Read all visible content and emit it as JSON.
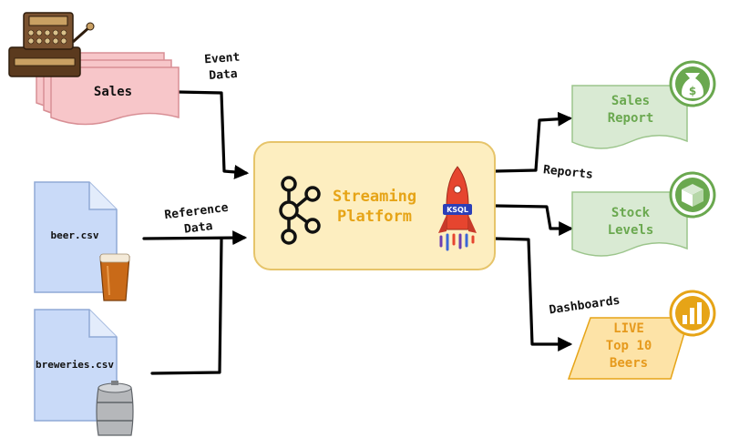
{
  "sources": {
    "sales": "Sales",
    "beer_csv": "beer.csv",
    "breweries_csv": "breweries.csv"
  },
  "edges": {
    "event_data_1": "Event",
    "event_data_2": "Data",
    "reference_data_1": "Reference",
    "reference_data_2": "Data",
    "reports": "Reports",
    "dashboards": "Dashboards"
  },
  "platform": {
    "line1": "Streaming",
    "line2": "Platform",
    "ksql_badge": "KSQL"
  },
  "outputs": {
    "sales_report_1": "Sales",
    "sales_report_2": "Report",
    "stock_levels_1": "Stock",
    "stock_levels_2": "Levels",
    "dashboard_1": "LIVE",
    "dashboard_2": "Top 10",
    "dashboard_3": "Beers"
  },
  "icons": {
    "cash_register": "cash-register-icon",
    "beer_glass": "beer-glass-icon",
    "keg": "keg-icon",
    "kafka": "kafka-icon",
    "ksql_rocket": "ksql-rocket-icon",
    "money_bag": "money-bag-icon",
    "box": "box-icon",
    "bar_chart": "bar-chart-icon"
  },
  "colors": {
    "sales_fill": "#f7c6c9",
    "file_fill": "#c9daf8",
    "platform_fill": "#fdeec0",
    "platform_text": "#e6a417",
    "output_fill": "#d9ead3",
    "output_text": "#6aa84f",
    "dashboard_fill": "#fde3a7",
    "dashboard_text": "#e69a1d"
  }
}
